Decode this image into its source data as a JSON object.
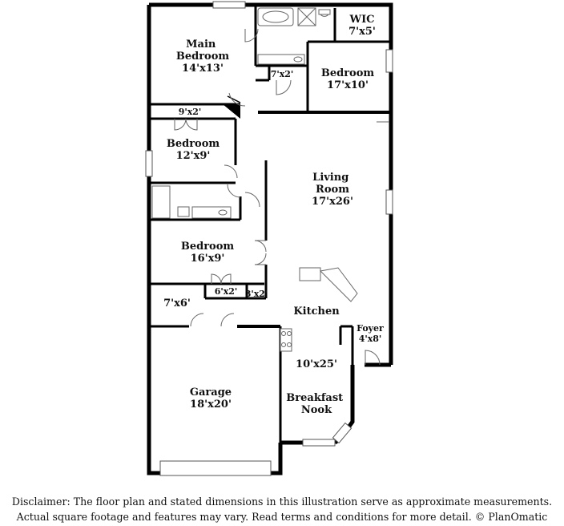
{
  "rooms": {
    "main_bedroom": {
      "name": "Main\nBedroom",
      "size": "14'x13'"
    },
    "wic": {
      "name": "WIC",
      "size": "7'x5'"
    },
    "bedroom_ne": {
      "name": "Bedroom",
      "size": "17'x10'"
    },
    "closet_7x2": {
      "size": "7'x2'"
    },
    "closet_9x2": {
      "size": "9'x2'"
    },
    "bedroom_mid": {
      "name": "Bedroom",
      "size": "12'x9'"
    },
    "living_room": {
      "name": "Living\nRoom",
      "size": "17'x26'"
    },
    "bedroom_sw": {
      "name": "Bedroom",
      "size": "16'x9'"
    },
    "closet_6x2": {
      "size": "6'x2'"
    },
    "closet_3x2": {
      "size": "3'x2'"
    },
    "utility_7x6": {
      "size": "7'x6'"
    },
    "kitchen": {
      "name": "Kitchen",
      "size": "10'x25'"
    },
    "foyer": {
      "name": "Foyer",
      "size": "4'x8'"
    },
    "garage": {
      "name": "Garage",
      "size": "18'x20'"
    },
    "breakfast_nook": {
      "name": "Breakfast\nNook"
    }
  },
  "disclaimer": {
    "line1": "Disclaimer: The floor plan and stated dimensions in this illustration serve as approximate measurements.",
    "line2": "Actual square footage and features may vary. Read terms and conditions for more detail. © PlanOmatic"
  }
}
